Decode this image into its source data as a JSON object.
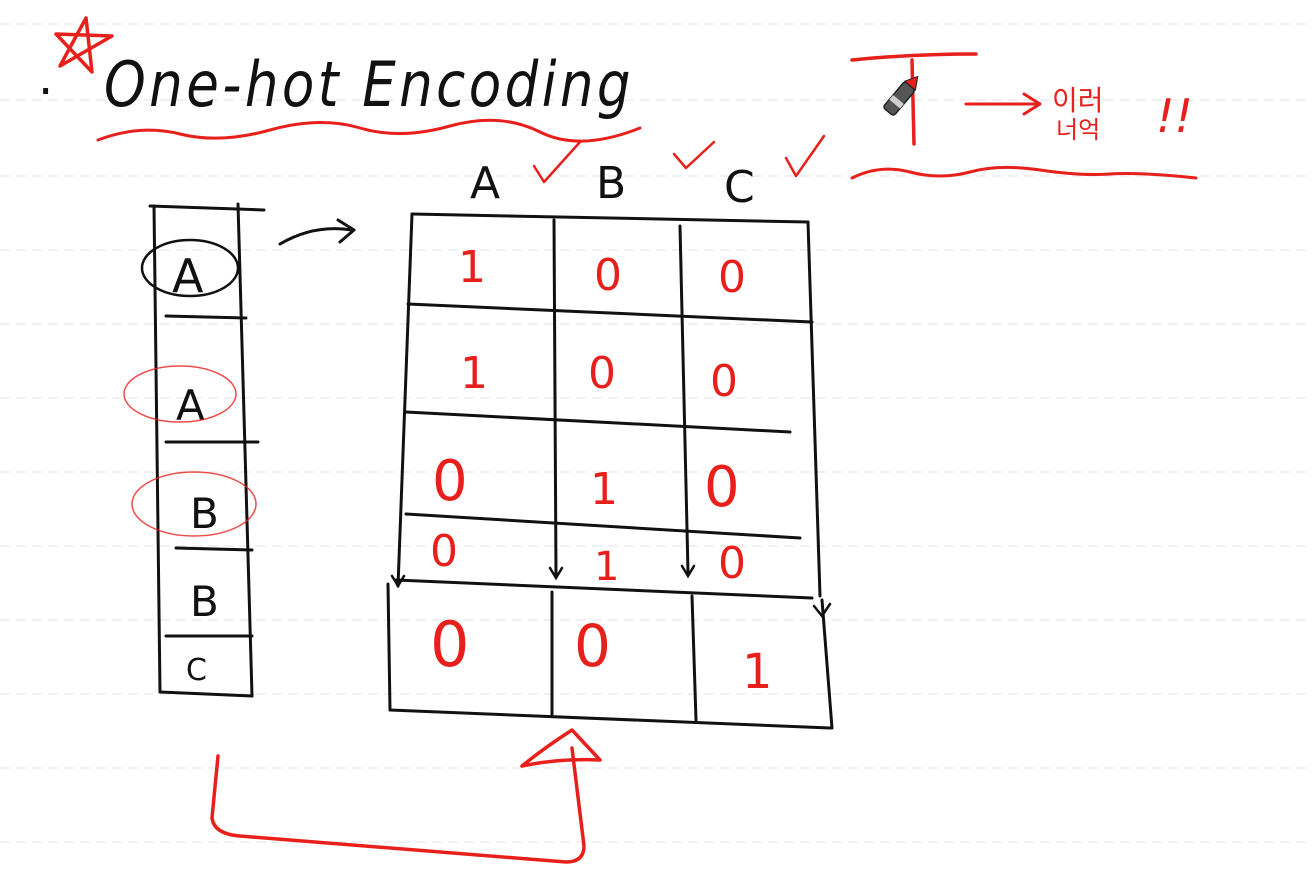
{
  "colors": {
    "ink": "#111111",
    "red": "#e8201c",
    "rule": "#e6e6e6",
    "background": "#ffffff"
  },
  "title": {
    "bullet": "·",
    "text": "One-hot Encoding"
  },
  "note": {
    "symbol": "T",
    "text_line1": "이러",
    "text_line2": "너억",
    "exclaim": "!!"
  },
  "input_column": {
    "values": [
      "A",
      "A",
      "B",
      "B",
      "C"
    ]
  },
  "one_hot_table": {
    "headers": [
      "A",
      "B",
      "C"
    ],
    "rows": [
      [
        "1",
        "0",
        "0"
      ],
      [
        "1",
        "0",
        "0"
      ],
      [
        "0",
        "1",
        "0"
      ],
      [
        "0",
        "1",
        "0"
      ],
      [
        "0",
        "0",
        "1"
      ]
    ]
  },
  "pen_cursor_icon": "pen-icon"
}
